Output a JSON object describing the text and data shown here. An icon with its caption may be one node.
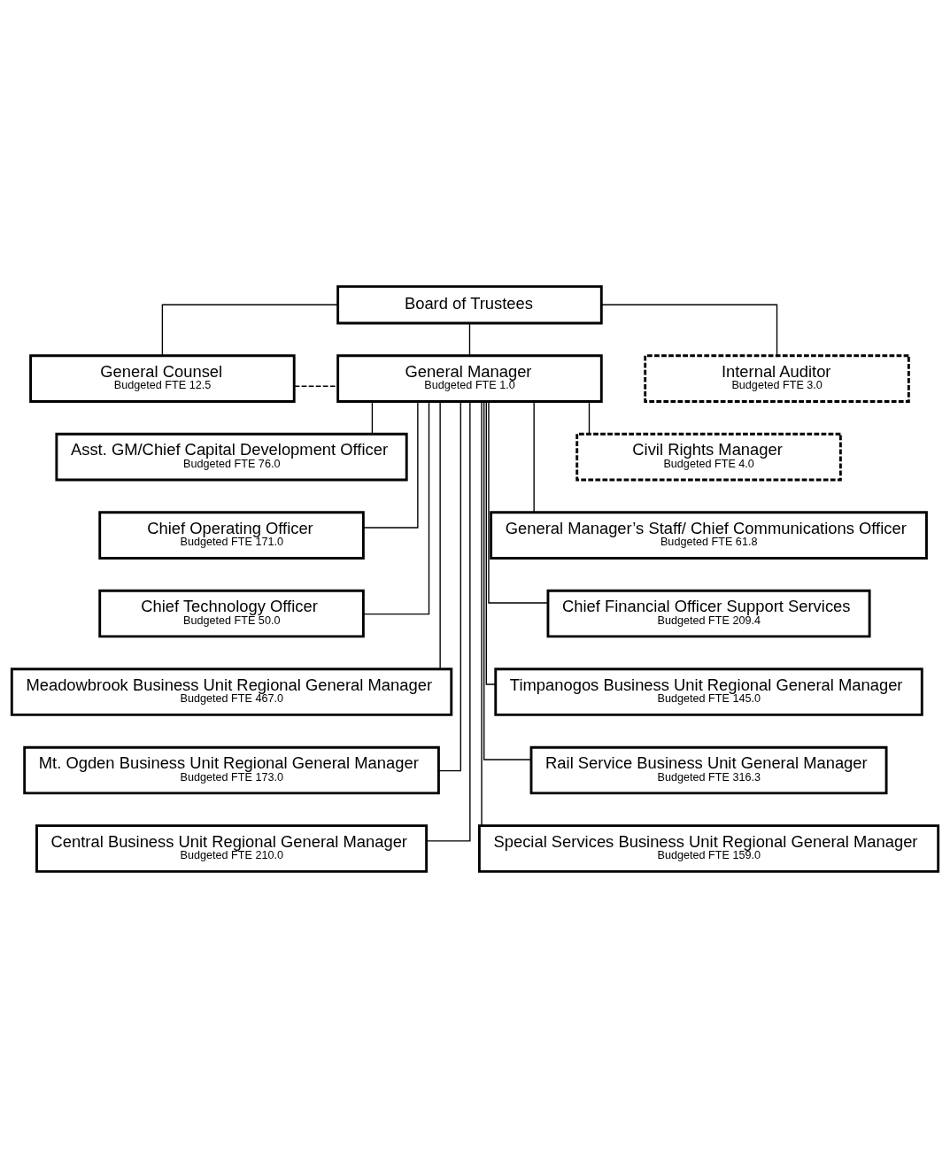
{
  "diagram": {
    "nodes": [
      {
        "text": [
          "Board of Trustees"
        ]
      },
      {
        "text": [
          "General Counsel",
          "Budgeted FTE 12.5"
        ]
      },
      {
        "text": [
          "General Manager",
          "Budgeted FTE 1.0"
        ]
      },
      {
        "text": [
          "Internal Auditor",
          "Budgeted FTE 3.0"
        ]
      },
      {
        "text": [
          "Civil Rights Manager",
          "Budgeted FTE 4.0"
        ]
      },
      {
        "text": [
          "Asst. GM/Chief Capital Development Officer",
          "Budgeted FTE 76.0"
        ]
      },
      {
        "text": [
          "General Manager’s Staff/ Chief Communications Officer",
          "Budgeted FTE 61.8"
        ]
      },
      {
        "text": [
          "Chief Operating Officer",
          "Budgeted FTE 171.0"
        ]
      },
      {
        "text": [
          "Chief Technology Officer",
          "Budgeted FTE 50.0"
        ]
      },
      {
        "text": [
          "Chief Financial Officer Support Services",
          "Budgeted FTE 209.4"
        ]
      },
      {
        "text": [
          "Meadowbrook Business Unit Regional General Manager",
          "Budgeted FTE 467.0"
        ]
      },
      {
        "text": [
          "Timpanogos Business Unit Regional General Manager",
          "Budgeted FTE 145.0"
        ]
      },
      {
        "text": [
          "Mt. Ogden Business Unit Regional General Manager",
          "Budgeted FTE 173.0"
        ]
      },
      {
        "text": [
          "Rail Service Business Unit General Manager",
          "Budgeted FTE 316.3"
        ]
      },
      {
        "text": [
          "Central Business Unit Regional General Manager",
          "Budgeted FTE 210.0"
        ]
      },
      {
        "text": [
          "Special Services Business Unit Regional General Manager",
          "Budgeted FTE 159.0"
        ]
      }
    ],
    "edges": [
      {
        "from": 0,
        "to": 1,
        "arrow": "none"
      },
      {
        "from": 0,
        "to": 2,
        "arrow": "none"
      },
      {
        "from": 0,
        "to": 3,
        "arrow": "none"
      },
      {
        "from": 1,
        "to": 2,
        "arrow": "none",
        "style": "dashed"
      },
      {
        "from": 2,
        "to": 4,
        "arrow": "none"
      },
      {
        "from": 2,
        "to": 5,
        "arrow": "none"
      },
      {
        "from": 2,
        "to": 6,
        "arrow": "none"
      },
      {
        "from": 2,
        "to": 7,
        "arrow": "none"
      },
      {
        "from": 2,
        "to": 8,
        "arrow": "none"
      },
      {
        "from": 2,
        "to": 9,
        "arrow": "none"
      },
      {
        "from": 2,
        "to": 10,
        "arrow": "none"
      },
      {
        "from": 2,
        "to": 11,
        "arrow": "none"
      },
      {
        "from": 2,
        "to": 12,
        "arrow": "none"
      },
      {
        "from": 2,
        "to": 13,
        "arrow": "none"
      },
      {
        "from": 2,
        "to": 14,
        "arrow": "none"
      },
      {
        "from": 2,
        "to": 15,
        "arrow": "none"
      }
    ]
  }
}
